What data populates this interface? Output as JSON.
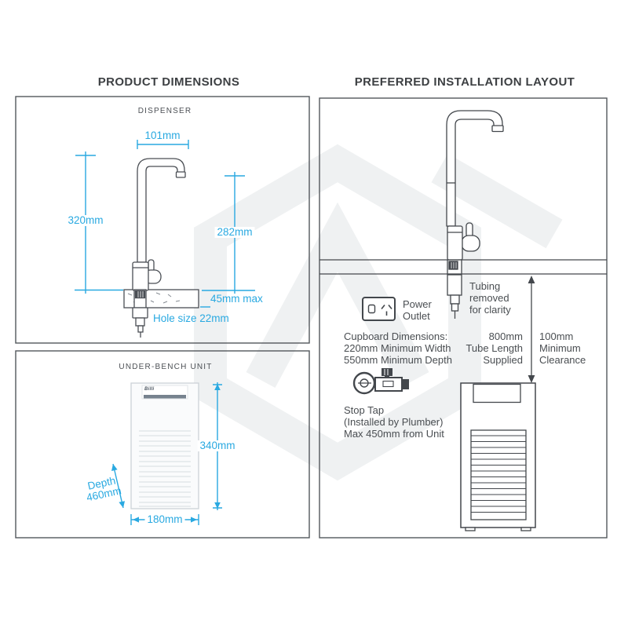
{
  "titles": {
    "left": "PRODUCT DIMENSIONS",
    "right": "PREFERRED INSTALLATION LAYOUT"
  },
  "dispenser": {
    "caption": "DISPENSER",
    "width": "101mm",
    "total_height": "320mm",
    "spout_height": "282mm",
    "bench_thickness": "45mm max",
    "hole": "Hole size 22mm"
  },
  "underbench": {
    "caption": "UNDER-BENCH UNIT",
    "brand": "Billi",
    "height": "340mm",
    "depth_line1": "Depth",
    "depth_line2": "460mm",
    "width": "180mm"
  },
  "installation": {
    "tubing": [
      "Tubing",
      "removed",
      "for clarity"
    ],
    "power_outlet": [
      "Power",
      "Outlet"
    ],
    "cupboard": [
      "Cupboard Dimensions:",
      "220mm Minimum Width",
      "550mm Minimum Depth"
    ],
    "stop_tap": [
      "Stop Tap",
      "(Installed by Plumber)",
      "Max 450mm from Unit"
    ],
    "tube": [
      "800mm",
      "Tube Length",
      "Supplied"
    ],
    "clearance": [
      "100mm",
      "Minimum",
      "Clearance"
    ]
  },
  "colors": {
    "accent_blue": "#29a9e1",
    "line_dark": "#4a4e54",
    "watermark_gray": "#eff1f2"
  }
}
